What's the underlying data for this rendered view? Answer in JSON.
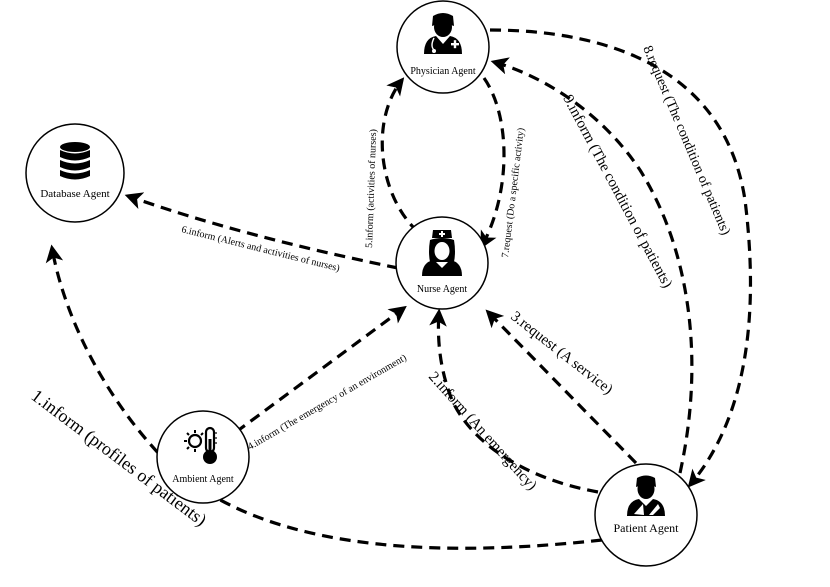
{
  "diagram": {
    "nodes": {
      "physician": {
        "label": "Physician Agent",
        "icon": "doctor-icon"
      },
      "database": {
        "label": "Database Agent",
        "icon": "database-icon"
      },
      "nurse": {
        "label": "Nurse Agent",
        "icon": "nurse-icon"
      },
      "ambient": {
        "label": "Ambient Agent",
        "icon": "thermometer-sun-icon"
      },
      "patient": {
        "label": "Patient Agent",
        "icon": "patient-icon"
      }
    },
    "edges": {
      "e1": {
        "label": "1.inform (profiles of patients)",
        "from": "patient",
        "to": "database"
      },
      "e2": {
        "label": "2.inform (An emergency)",
        "from": "patient",
        "to": "nurse"
      },
      "e3": {
        "label": "3.request (A service)",
        "from": "patient",
        "to": "nurse"
      },
      "e4": {
        "label": "4.inform (The emergency of an environment)",
        "from": "ambient",
        "to": "nurse"
      },
      "e5": {
        "label": "5.inform (activities of nurses)",
        "from": "nurse",
        "to": "physician"
      },
      "e6": {
        "label": "6.inform (Alerts and activities of nurses)",
        "from": "nurse",
        "to": "database"
      },
      "e7": {
        "label": "7.request (Do a specific activity)",
        "from": "physician",
        "to": "nurse"
      },
      "e8": {
        "label": "8.request (The condition of patients)",
        "from": "physician",
        "to": "patient"
      },
      "e9": {
        "label": "9.inform (The condition of patients)",
        "from": "patient",
        "to": "physician"
      }
    }
  }
}
